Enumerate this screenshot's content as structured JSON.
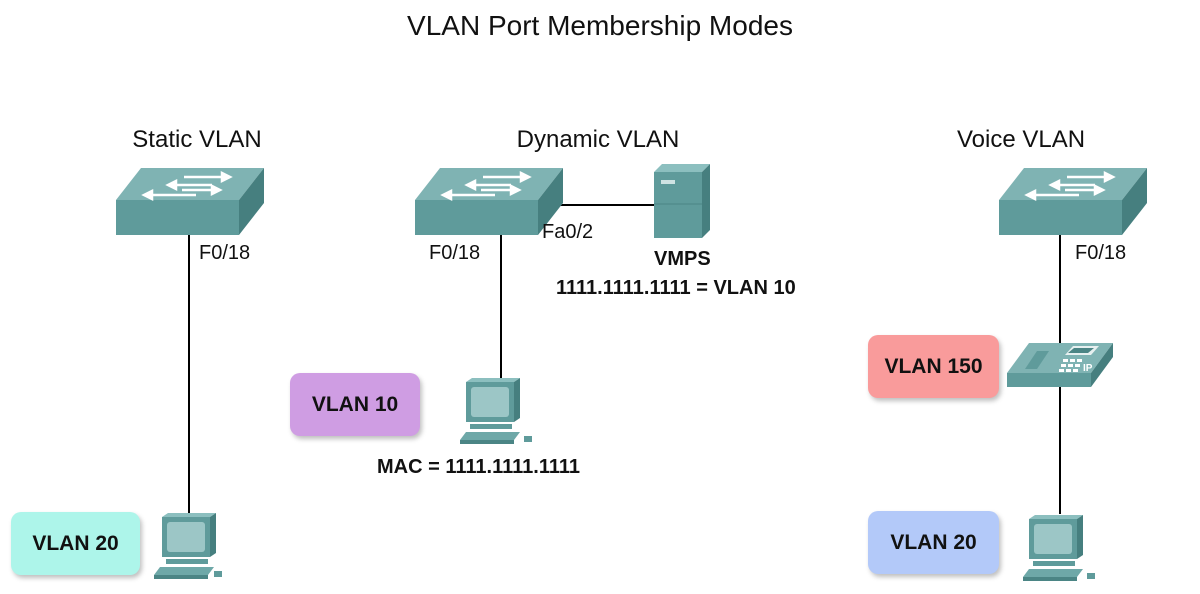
{
  "title": "VLAN Port Membership Modes",
  "sections": {
    "static": {
      "heading": "Static VLAN",
      "port": "F0/18",
      "vlan_box": {
        "label": "VLAN 20",
        "color": "#adf5ea"
      }
    },
    "dynamic": {
      "heading": "Dynamic VLAN",
      "port": "F0/18",
      "uplink_port": "Fa0/2",
      "server_label": "VMPS",
      "mapping": "1111.1111.1111 = VLAN 10",
      "vlan_box": {
        "label": "VLAN 10",
        "color": "#cf9de3"
      },
      "mac_label": "MAC = 1111.1111.1111"
    },
    "voice": {
      "heading": "Voice VLAN",
      "port": "F0/18",
      "phone_text": "IP",
      "voice_box": {
        "label": "VLAN 150",
        "color": "#f99b9b"
      },
      "data_box": {
        "label": "VLAN 20",
        "color": "#b3c9f9"
      }
    }
  },
  "colors": {
    "device": "#5f9b9b",
    "device_light": "#8cbfbf",
    "device_dark": "#3f7777"
  }
}
